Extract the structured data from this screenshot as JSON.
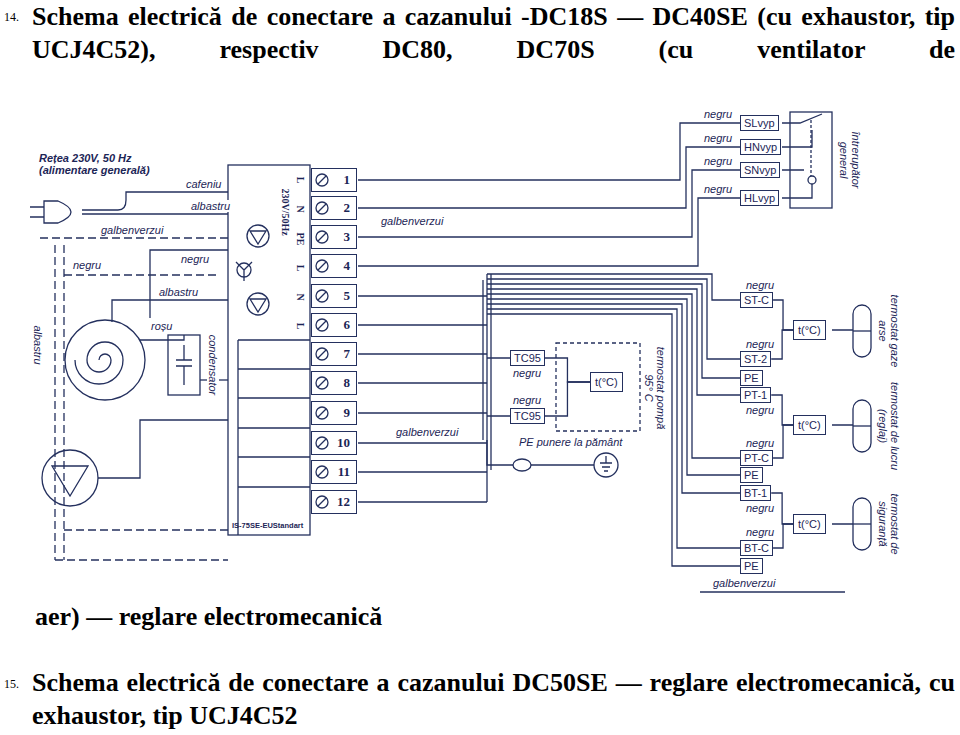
{
  "diagram": {
    "nodes": [
      {
        "text": [
          "1"
        ]
      },
      {
        "text": [
          "2"
        ]
      },
      {
        "text": [
          "3"
        ]
      },
      {
        "text": [
          "4"
        ]
      },
      {
        "text": [
          "5"
        ]
      },
      {
        "text": [
          "6"
        ]
      },
      {
        "text": [
          "7"
        ]
      },
      {
        "text": [
          "8"
        ]
      },
      {
        "text": [
          "9"
        ]
      },
      {
        "text": [
          "10"
        ]
      },
      {
        "text": [
          "11"
        ]
      },
      {
        "text": [
          "12"
        ]
      },
      {
        "text": [
          "TC95"
        ]
      },
      {
        "text": [
          "t(°C)"
        ]
      },
      {
        "text": [
          "TC95"
        ]
      },
      {
        "text": [
          "SLvyp"
        ]
      },
      {
        "text": [
          "HNvyp"
        ]
      },
      {
        "text": [
          "SNvyp"
        ]
      },
      {
        "text": [
          "HLvyp"
        ]
      },
      {
        "text": [
          "ST-C"
        ]
      },
      {
        "text": [
          "t(°C)"
        ]
      },
      {
        "text": [
          "ST-2"
        ]
      },
      {
        "text": [
          "PE"
        ]
      },
      {
        "text": [
          "PT-1"
        ]
      },
      {
        "text": [
          "t(°C)"
        ]
      },
      {
        "text": [
          "PT-C"
        ]
      },
      {
        "text": [
          "PE"
        ]
      },
      {
        "text": [
          "BT-1"
        ]
      },
      {
        "text": [
          "t(°C)"
        ]
      },
      {
        "text": [
          "BT-C"
        ]
      },
      {
        "text": [
          "PE"
        ]
      }
    ],
    "edges": [
      {
        "from": 12,
        "to": 13,
        "arrow": "none"
      },
      {
        "from": 14,
        "to": 13,
        "arrow": "none"
      },
      {
        "from": 19,
        "to": 20,
        "arrow": "none"
      },
      {
        "from": 21,
        "to": 20,
        "arrow": "none"
      },
      {
        "from": 23,
        "to": 24,
        "arrow": "none"
      },
      {
        "from": 25,
        "to": 24,
        "arrow": "none"
      },
      {
        "from": 27,
        "to": 28,
        "arrow": "none"
      },
      {
        "from": 29,
        "to": 28,
        "arrow": "none"
      }
    ],
    "labels": [
      "14.",
      "Schema electrică de conectare a cazanului -DC18S — DC40SE (cu exhaustor, tip UCJ4C52), respectiv DC80, DC70S (cu ventilator de",
      "aer) — reglare electromecanică",
      "15.",
      "Schema electrică de conectare a cazanului DC50SE — reglare electromecanică, cu exhaustor, tip UCJ4C52",
      "Rețea 230V, 50 Hz (alimentare generală)",
      "cafeniu",
      "albastru",
      "galbenverzui",
      "negru",
      "negru",
      "albastru",
      "albastru",
      "roșu",
      "condensator",
      "galbenverzui",
      "L",
      "N",
      "PE",
      "L",
      "N",
      "L",
      "230V/50Hz",
      "IS-75SE-EUStandart",
      "negru",
      "negru",
      "negru",
      "negru",
      "întrerupător general",
      "negru",
      "termostat gaze arse",
      "negru",
      "negru",
      "termostat de lucru (reglaj)",
      "negru",
      "negru",
      "negru",
      "termostat de siguranță",
      "galbenverzui",
      "negru",
      "negru",
      "termostat pompă 95° C",
      "PE punere la pământ",
      "galbenverzui"
    ]
  }
}
